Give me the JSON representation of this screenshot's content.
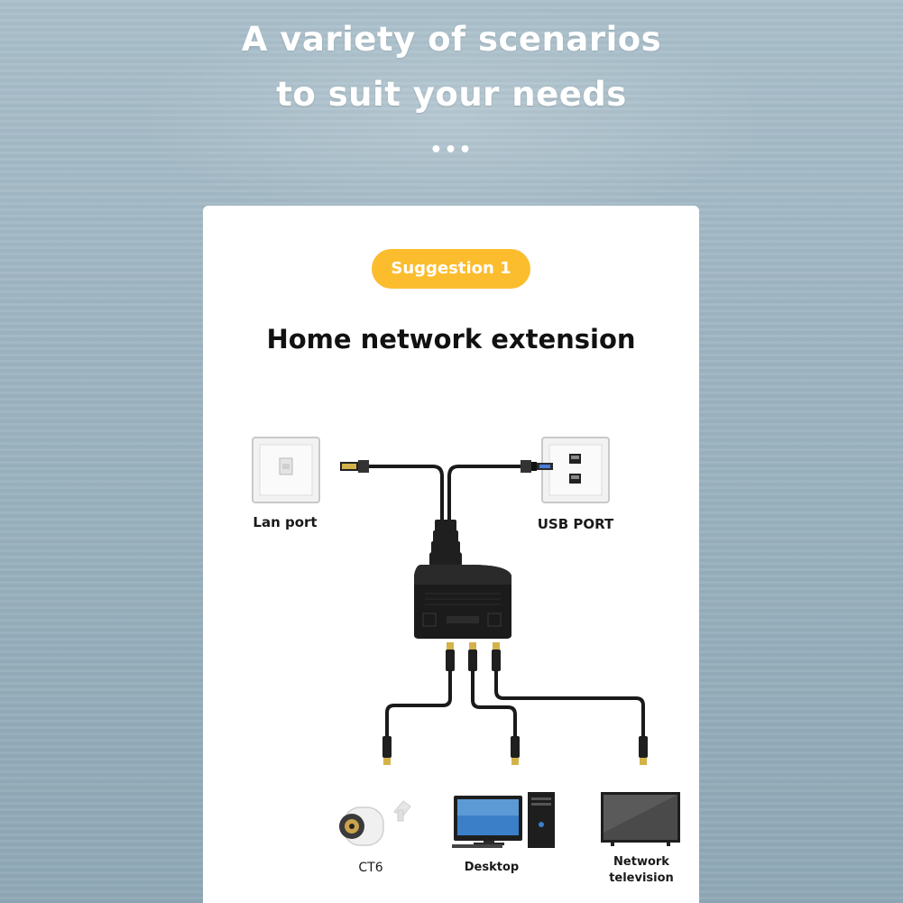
{
  "header": {
    "line1": "A variety of scenarios",
    "line2": "to suit your needs",
    "dots": "•••"
  },
  "card": {
    "badge": "Suggestion 1",
    "title": "Home network extension"
  },
  "devices": {
    "lan_port": "Lan port",
    "usb_port": "USB PORT",
    "camera": "CT6",
    "desktop": "Desktop",
    "tv_line1": "Network",
    "tv_line2": "television"
  },
  "colors": {
    "badge": "#fbbd2e",
    "background": "#9db4c1",
    "card": "#ffffff",
    "cable": "#1a1a1a"
  }
}
